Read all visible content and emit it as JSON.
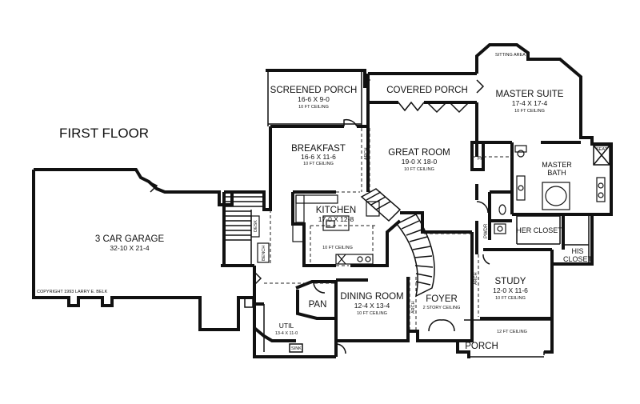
{
  "title": "FIRST FLOOR",
  "copyright": "COPYRIGHT 1993 LARRY E. BELK",
  "rooms": {
    "screened_porch": {
      "name": "SCREENED PORCH",
      "dims": "16-6 X 9-0",
      "ceiling": "10 FT CEILING"
    },
    "covered_porch": {
      "name": "COVERED PORCH"
    },
    "master_suite": {
      "name": "MASTER SUITE",
      "dims": "17-4 X 17-4",
      "ceiling": "10 FT CEILING"
    },
    "sitting_area": {
      "name": "SITTING AREA"
    },
    "breakfast": {
      "name": "BREAKFAST",
      "dims": "16-6 X 11-6",
      "ceiling": "10 FT CEILING"
    },
    "great_room": {
      "name": "GREAT ROOM",
      "dims": "19-0 X 18-0",
      "ceiling": "10 FT CEILING"
    },
    "kitchen": {
      "name": "KITCHEN",
      "dims": "17-0 X 12-8",
      "ceiling": "10 FT CEILING"
    },
    "garage": {
      "name": "3 CAR GARAGE",
      "dims": "32-10 X 21-4"
    },
    "master_bath": {
      "name": "MASTER BATH"
    },
    "her_closet": {
      "name": "HER CLOSET"
    },
    "his_closet": {
      "name": "HIS CLOSET"
    },
    "seat": {
      "name": "SEAT"
    },
    "pwdr": {
      "name": "PWDR"
    },
    "study": {
      "name": "STUDY",
      "dims": "12-0 X 11-6",
      "ceiling": "10 FT CEILING"
    },
    "foyer": {
      "name": "FOYER",
      "ceiling": "2 STORY CEILING"
    },
    "dining_room": {
      "name": "DINING ROOM",
      "dims": "12-4 X 13-4",
      "ceiling": "10 FT CEILING"
    },
    "pan": {
      "name": "PAN"
    },
    "util": {
      "name": "UTIL",
      "dims": "13-4 X 11-0"
    },
    "porch": {
      "name": "PORCH",
      "ceiling": "12 FT CEILING"
    }
  },
  "labels": {
    "arch": "ARCH",
    "fp": "FP",
    "desk": "DESK",
    "bench": "BENCH",
    "sink": "SINK",
    "kitchen_ceiling": "10 FT CEILING"
  }
}
